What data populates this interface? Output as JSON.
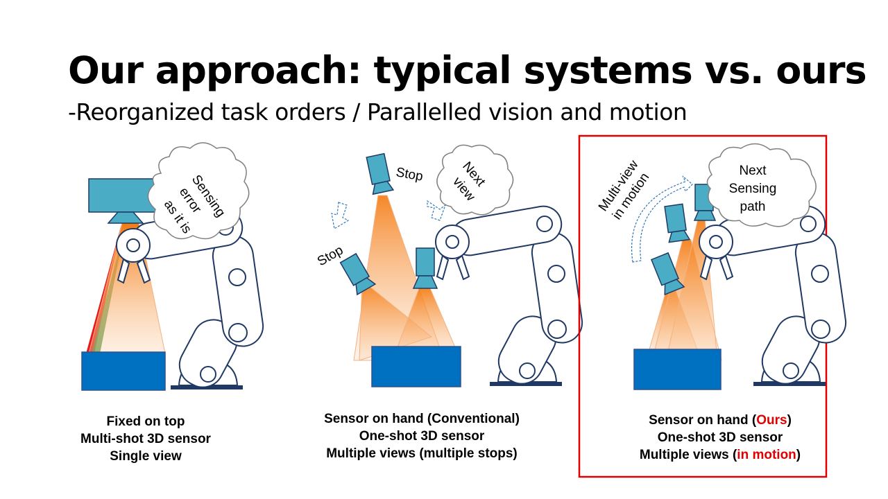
{
  "title": {
    "bold": "Our approach",
    "rest": ": typical systems vs. ours"
  },
  "subtitle": "-Reorganized task orders / Parallelled vision and motion",
  "panel1": {
    "cloud_lines": [
      "Sensing",
      "error",
      "as it is"
    ],
    "caption": [
      "Fixed on top",
      "Multi-shot 3D sensor",
      "Single view"
    ]
  },
  "panel2": {
    "stop_top": "Stop",
    "stop_left": "Stop",
    "cloud_lines": [
      "Next",
      "view"
    ],
    "caption": [
      "Sensor on hand (Conventional)",
      "One-shot 3D sensor",
      "Multiple views (multiple stops)"
    ]
  },
  "panel3": {
    "motion_label": [
      "Multi-view",
      "in motion"
    ],
    "cloud_lines": [
      "Next",
      "Sensing",
      "path"
    ],
    "caption_line1_pre": "Sensor on hand (",
    "caption_line1_hl": "Ours",
    "caption_line1_post": ")",
    "caption_line2": "One-shot 3D sensor",
    "caption_line3_pre": "Multiple views (",
    "caption_line3_hl": "in motion",
    "caption_line3_post": ")"
  },
  "colors": {
    "sensor": "#4bacc6",
    "box": "#0070c0",
    "beam": "#f79646",
    "highlight_border": "#e00000",
    "robot_line": "#1f3864"
  }
}
